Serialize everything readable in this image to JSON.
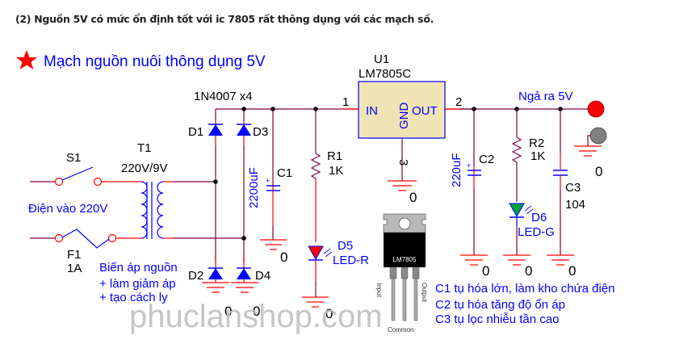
{
  "heading": "(2) Nguồn 5V có mức ổn định tốt với ic 7805 rất thông dụng với các mạch số.",
  "title": "Mạch nguồn nuôi thông dụng 5V",
  "components": {
    "s1": "S1",
    "t1": "T1",
    "t1_rating": "220V/9V",
    "input_label": "Điện vào 220V",
    "f1": "F1",
    "f1_rating": "1A",
    "diodes_label": "1N4007 x4",
    "d1": "D1",
    "d2": "D2",
    "d3": "D3",
    "d4": "D4",
    "c1": "C1",
    "c1_value": "2200uF",
    "r1": "R1",
    "r1_value": "1K",
    "d5": "D5",
    "d5_type": "LED-R",
    "u1": "U1",
    "u1_part": "LM7805C",
    "u1_in": "IN",
    "u1_gnd": "GND",
    "u1_out": "OUT",
    "pin1": "1",
    "pin2": "2",
    "pin3": "3",
    "c2": "C2",
    "c2_value": "220uF",
    "r2": "R2",
    "r2_value": "1K",
    "d6": "D6",
    "d6_type": "LED-G",
    "c3": "C3",
    "c3_value": "104",
    "output_label": "Ngả ra 5V",
    "ground": "0"
  },
  "transformer_note": [
    "Biến áp nguồn",
    "+ làm giảm áp",
    "+ tạo cách ly"
  ],
  "capacitor_notes": [
    "C1 tụ hóa lớn, làm kho chứa điện",
    "C2 tụ hóa tăng độ ổn áp",
    "C3 tụ lọc nhiễu tần cao"
  ],
  "package": {
    "label": "LM7805",
    "pins": [
      "Input",
      "Common",
      "Output"
    ]
  },
  "watermark": "phuclanshop.com",
  "colors": {
    "wire": "#800040",
    "lead": "#ff0000",
    "part": "#0000ff",
    "ic_fill": "#f0e4b4",
    "led_red": "#ff0000",
    "led_green": "#00a040"
  }
}
